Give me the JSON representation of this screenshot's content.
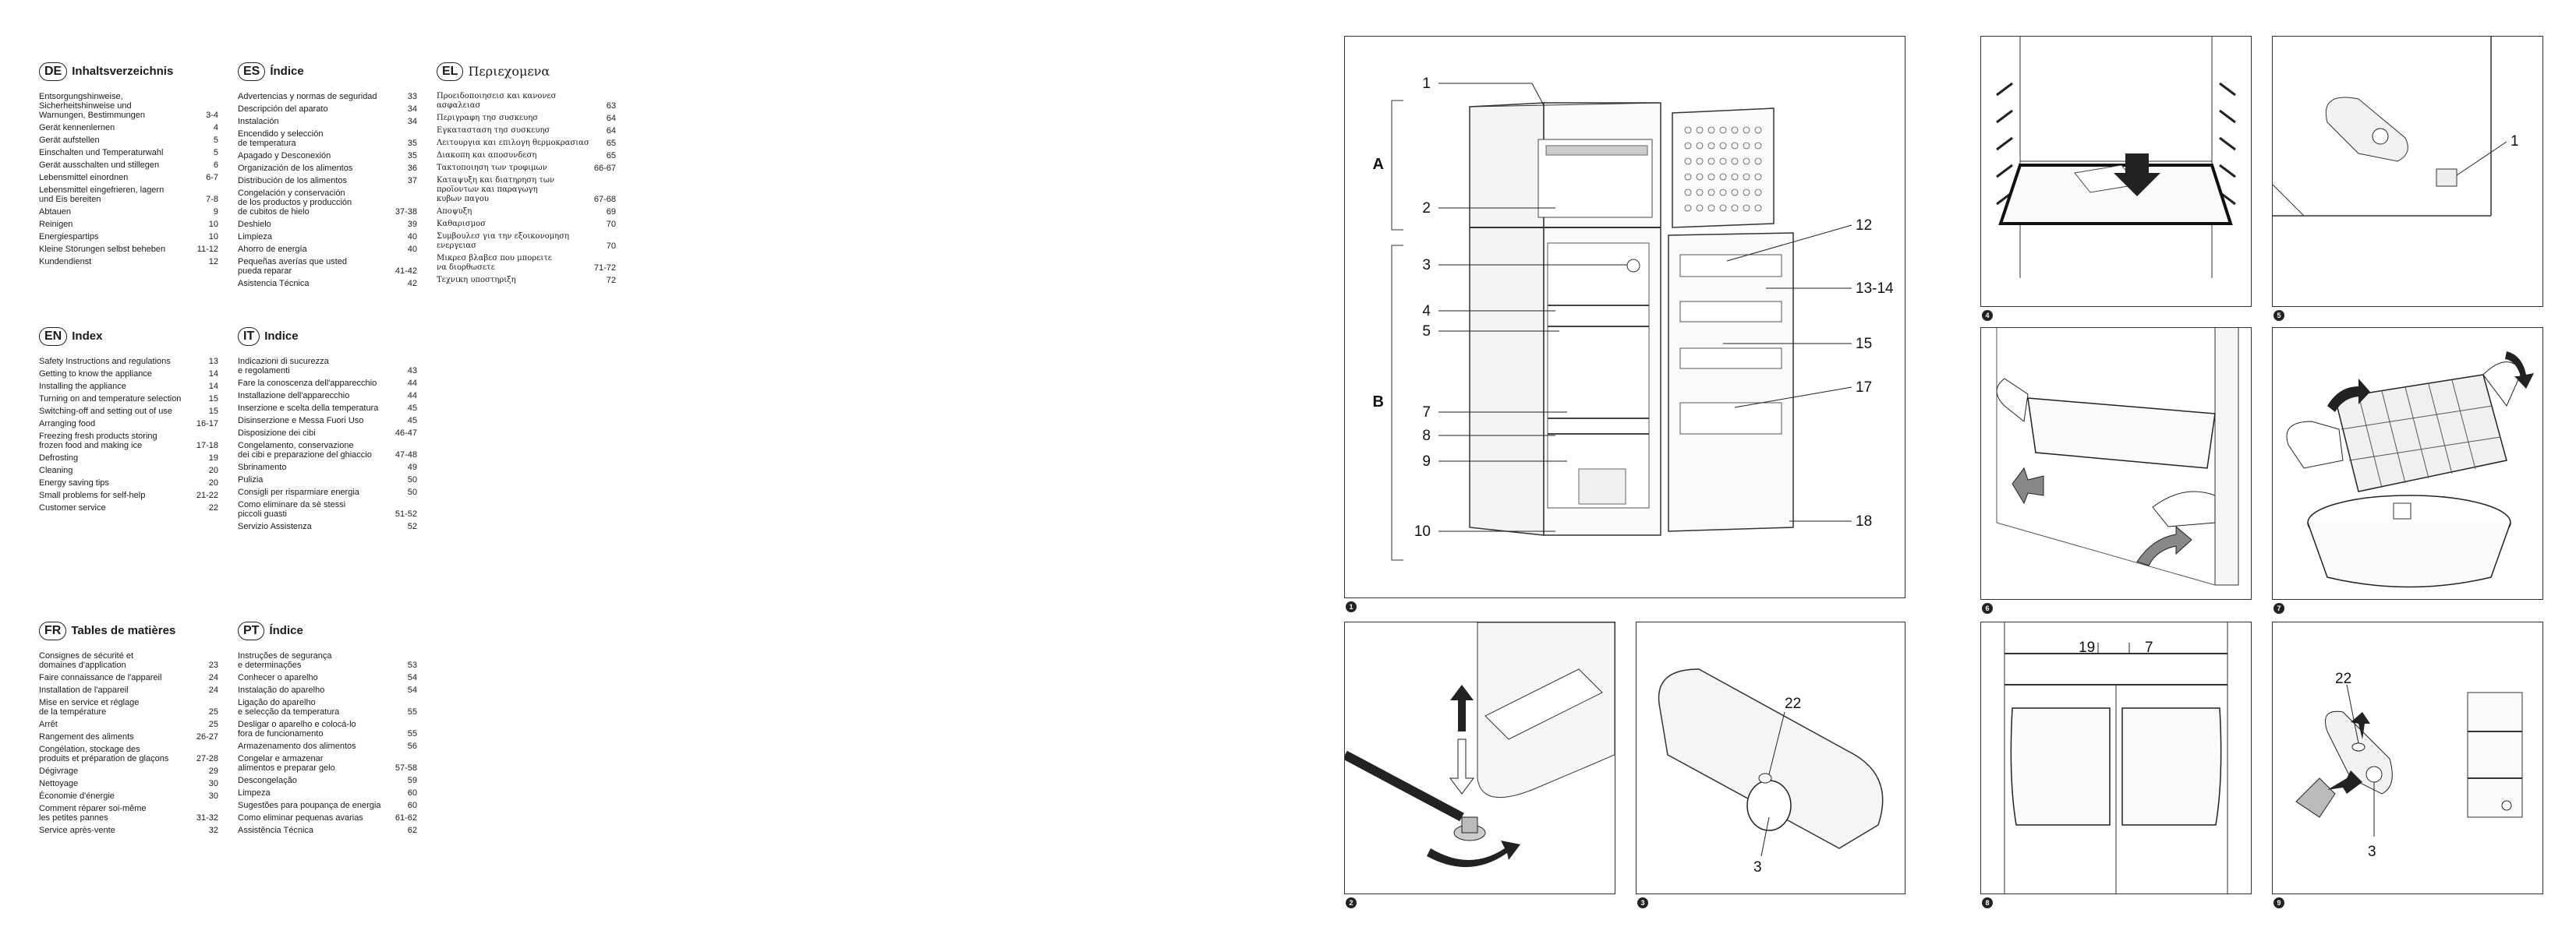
{
  "toc_de": {
    "lang": "DE",
    "title": "Inhaltsverzeichnis",
    "items": [
      {
        "t": "Entsorgungshinweise,\nSicherheitshinweise und\nWarnungen, Bestimmungen",
        "p": "3-4"
      },
      {
        "t": "Gerät kennenlernen",
        "p": "4"
      },
      {
        "t": "Gerät aufstellen",
        "p": "5"
      },
      {
        "t": "Einschalten und Temperaturwahl",
        "p": "5"
      },
      {
        "t": "Gerät ausschalten und stillegen",
        "p": "6"
      },
      {
        "t": "Lebensmittel einordnen",
        "p": "6-7"
      },
      {
        "t": "Lebensmittel eingefrieren, lagern\nund Eis bereiten",
        "p": "7-8"
      },
      {
        "t": "Abtauen",
        "p": "9"
      },
      {
        "t": "Reinigen",
        "p": "10"
      },
      {
        "t": "Energiespartips",
        "p": "10"
      },
      {
        "t": "Kleine Störungen selbst beheben",
        "p": "11-12"
      },
      {
        "t": "Kundendienst",
        "p": "12"
      }
    ]
  },
  "toc_es": {
    "lang": "ES",
    "title": "Índice",
    "items": [
      {
        "t": "Advertencias y normas de seguridad",
        "p": "33"
      },
      {
        "t": "Descripción del aparato",
        "p": "34"
      },
      {
        "t": "Instalación",
        "p": "34"
      },
      {
        "t": "Encendido y selección\nde temperatura",
        "p": "35"
      },
      {
        "t": "Apagado y Desconexión",
        "p": "35"
      },
      {
        "t": "Organización de los alimentos",
        "p": "36"
      },
      {
        "t": "Distribución de los alimentos",
        "p": "37"
      },
      {
        "t": "Congelación y conservación\nde los productos y producción\nde cubitos de hielo",
        "p": "37-38"
      },
      {
        "t": "Deshielo",
        "p": "39"
      },
      {
        "t": "Limpieza",
        "p": "40"
      },
      {
        "t": "Ahorro de energía",
        "p": "40"
      },
      {
        "t": "Pequeñas averías que usted\npueda reparar",
        "p": "41-42"
      },
      {
        "t": "Asistencia Técnica",
        "p": "42"
      }
    ]
  },
  "toc_el": {
    "lang": "EL",
    "title": "Περιεχομενα",
    "items": [
      {
        "t": "Προειδοποιησεισ και κανονεσ\nασφαλειασ",
        "p": "63"
      },
      {
        "t": "Περιγραφη τησ συσκευησ",
        "p": "64"
      },
      {
        "t": "Εγκατασταση τησ συσκευησ",
        "p": "64"
      },
      {
        "t": "Λειτουργια και επιλογη θερμοκρασιασ",
        "p": "65"
      },
      {
        "t": "Διακοπη και αποσυνδεση",
        "p": "65"
      },
      {
        "t": "Τακτοποιηση των τροφιμων",
        "p": "66-67"
      },
      {
        "t": "Καταψυξη και διατηρηση των\nπροϊοντων και παραγωγη\nκυβων παγου",
        "p": "67-68"
      },
      {
        "t": "Αποψυξη",
        "p": "69"
      },
      {
        "t": "Καθαρισμοσ",
        "p": "70"
      },
      {
        "t": "Συμβουλεσ για την εξοικονομηση\nενεργειασ",
        "p": "70"
      },
      {
        "t": "Μικρεσ βλαβεσ που μπορειτε\nνα διορθωσετε",
        "p": "71-72"
      },
      {
        "t": "Τεχνικη υποστηριξη",
        "p": "72"
      }
    ]
  },
  "toc_en": {
    "lang": "EN",
    "title": "Index",
    "items": [
      {
        "t": "Safety Instructions and regulations",
        "p": "13"
      },
      {
        "t": "Getting to know the appliance",
        "p": "14"
      },
      {
        "t": "Installing the appliance",
        "p": "14"
      },
      {
        "t": "Turning on and temperature selection",
        "p": "15"
      },
      {
        "t": "Switching-off and setting out of use",
        "p": "15"
      },
      {
        "t": "Arranging food",
        "p": "16-17"
      },
      {
        "t": "Freezing fresh products storing\nfrozen food and making ice",
        "p": "17-18"
      },
      {
        "t": "Defrosting",
        "p": "19"
      },
      {
        "t": "Cleaning",
        "p": "20"
      },
      {
        "t": "Energy saving tips",
        "p": "20"
      },
      {
        "t": "Small problems for self-help",
        "p": "21-22"
      },
      {
        "t": "Customer service",
        "p": "22"
      }
    ]
  },
  "toc_it": {
    "lang": "IT",
    "title": "Indice",
    "items": [
      {
        "t": "Indicazioni di sucurezza\ne regolamenti",
        "p": "43"
      },
      {
        "t": "Fare la conoscenza dell'apparecchio",
        "p": "44"
      },
      {
        "t": "Installazione dell'apparecchio",
        "p": "44"
      },
      {
        "t": "Inserzione e scelta della temperatura",
        "p": "45"
      },
      {
        "t": "Disinserzione e Messa Fuori Uso",
        "p": "45"
      },
      {
        "t": "Disposizione dei cibi",
        "p": "46-47"
      },
      {
        "t": "Congelamento, conservazione\ndei cibi e preparazione del ghiaccio",
        "p": "47-48"
      },
      {
        "t": "Sbrinamento",
        "p": "49"
      },
      {
        "t": "Pulizia",
        "p": "50"
      },
      {
        "t": "Consigli per risparmiare energia",
        "p": "50"
      },
      {
        "t": "Como eliminare da sè stessi\npiccoli guasti",
        "p": "51-52"
      },
      {
        "t": "Servizio Assistenza",
        "p": "52"
      }
    ]
  },
  "toc_fr": {
    "lang": "FR",
    "title": "Tables de matières",
    "items": [
      {
        "t": "Consignes de sécurité et\ndomaines d'application",
        "p": "23"
      },
      {
        "t": "Faire connaissance de l'appareil",
        "p": "24"
      },
      {
        "t": "Installation de l'appareil",
        "p": "24"
      },
      {
        "t": "Mise en service et réglage\nde la température",
        "p": "25"
      },
      {
        "t": "Arrêt",
        "p": "25"
      },
      {
        "t": "Rangement des aliments",
        "p": "26-27"
      },
      {
        "t": "Congélation, stockage des\nproduits et préparation de glaçons",
        "p": "27-28"
      },
      {
        "t": "Dégivrage",
        "p": "29"
      },
      {
        "t": "Nettoyage",
        "p": "30"
      },
      {
        "t": "Économie d'énergie",
        "p": "30"
      },
      {
        "t": "Comment réparer soi-même\nles petites pannes",
        "p": "31-32"
      },
      {
        "t": "Service après-vente",
        "p": "32"
      }
    ]
  },
  "toc_pt": {
    "lang": "PT",
    "title": "Índice",
    "items": [
      {
        "t": "Instruções de segurança\ne determinações",
        "p": "53"
      },
      {
        "t": "Conhecer o aparelho",
        "p": "54"
      },
      {
        "t": "Instalação do aparelho",
        "p": "54"
      },
      {
        "t": "Ligação do aparelho\ne selecção da temperatura",
        "p": "55"
      },
      {
        "t": "Desligar o aparelho e colocá-lo\nfora de funcionamento",
        "p": "55"
      },
      {
        "t": "Armazenamento dos alimentos",
        "p": "56"
      },
      {
        "t": "Congelar e armazenar\nalimentos e preparar gelo",
        "p": "57-58"
      },
      {
        "t": "Descongelação",
        "p": "59"
      },
      {
        "t": "Limpeza",
        "p": "60"
      },
      {
        "t": "Sugestões para poupança de energia",
        "p": "60"
      },
      {
        "t": "Como eliminar pequenas avarias",
        "p": "61-62"
      },
      {
        "t": "Assistência Técnica",
        "p": "62"
      }
    ]
  },
  "figures": {
    "fig1": {
      "num": "1",
      "section_a": "A",
      "section_b": "B",
      "labels": [
        "1",
        "2",
        "3",
        "4",
        "5",
        "7",
        "8",
        "9",
        "10",
        "12",
        "13-14",
        "15",
        "17",
        "18"
      ]
    },
    "fig2": {
      "num": "2"
    },
    "fig3": {
      "num": "3",
      "label_22": "22",
      "label_3": "3"
    },
    "fig4": {
      "num": "4"
    },
    "fig5": {
      "num": "5",
      "label_1": "1"
    },
    "fig6": {
      "num": "6"
    },
    "fig7": {
      "num": "7"
    },
    "fig8": {
      "num": "8",
      "label_19": "19",
      "label_7": "7"
    },
    "fig9": {
      "num": "9",
      "label_22": "22",
      "label_3": "3"
    }
  }
}
